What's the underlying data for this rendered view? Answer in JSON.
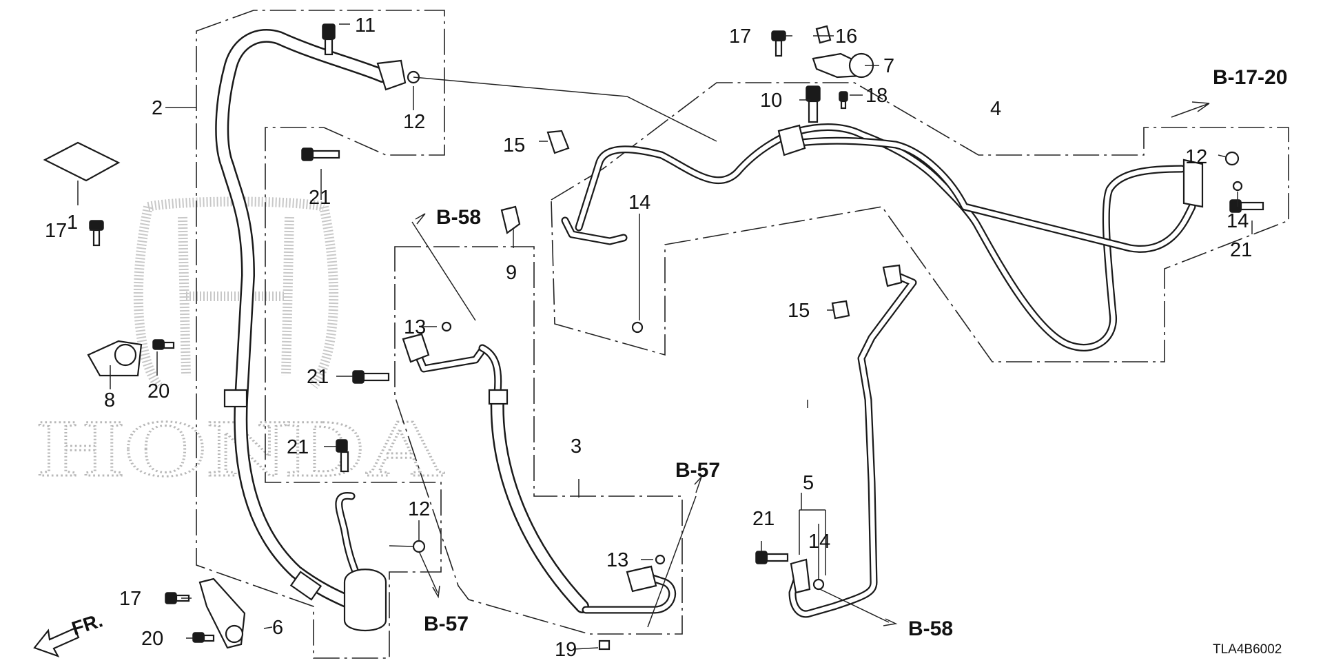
{
  "callouts": {
    "c1": "1",
    "c2": "2",
    "c3": "3",
    "c4": "4",
    "c5": "5",
    "c6": "6",
    "c7": "7",
    "c8": "8",
    "c9": "9",
    "c10": "10",
    "c11": "11",
    "c12a": "12",
    "c12b": "12",
    "c12c": "12",
    "c13a": "13",
    "c13b": "13",
    "c14a": "14",
    "c14b": "14",
    "c14c": "14",
    "c15a": "15",
    "c15b": "15",
    "c16": "16",
    "c17a": "17",
    "c17b": "17",
    "c17c": "17",
    "c18": "18",
    "c19": "19",
    "c20a": "20",
    "c20b": "20",
    "c21a": "21",
    "c21b": "21",
    "c21c": "21",
    "c21d": "21",
    "c21e": "21"
  },
  "refs": {
    "b1720": "B-17-20",
    "b58_top": "B-58",
    "b57_mid": "B-57",
    "b57_bottom": "B-57",
    "b58_bottom": "B-58"
  },
  "watermark": {
    "brand": "HONDA"
  },
  "front_marker": "FR.",
  "diagram_code": "TLA4B6002"
}
